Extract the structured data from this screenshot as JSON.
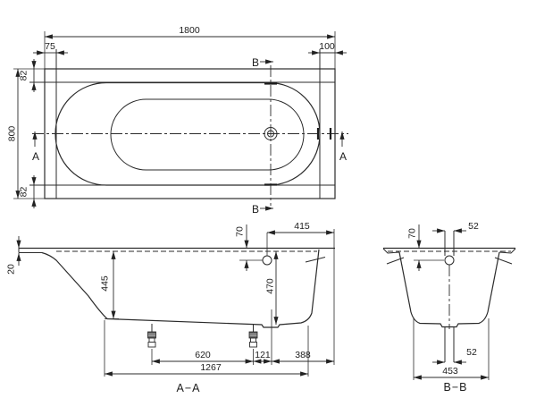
{
  "colors": {
    "line": "#2b2b2b",
    "background": "#ffffff"
  },
  "plan": {
    "dim_length": "1800",
    "dim_left_rim": "75",
    "dim_right_rim": "100",
    "dim_width": "800",
    "dim_rim_top": "82",
    "dim_rim_bottom": "82",
    "marker_a_left": "A",
    "marker_a_right": "A",
    "marker_b_top": "B",
    "marker_b_bottom": "B"
  },
  "section_aa": {
    "title": "A−A",
    "dim_rim_thickness": "20",
    "dim_depth": "445",
    "dim_overflow_offset": "70",
    "dim_overflow_to_end": "415",
    "dim_drain_depth": "470",
    "dim_feet_spacing": "620",
    "dim_foot_to_drain": "121",
    "dim_drain_to_end": "388",
    "dim_base_length": "1267"
  },
  "section_bb": {
    "title": "B−B",
    "dim_overflow_offset": "70",
    "dim_overflow_width": "52",
    "dim_drain_width": "52",
    "dim_base_width": "453"
  }
}
